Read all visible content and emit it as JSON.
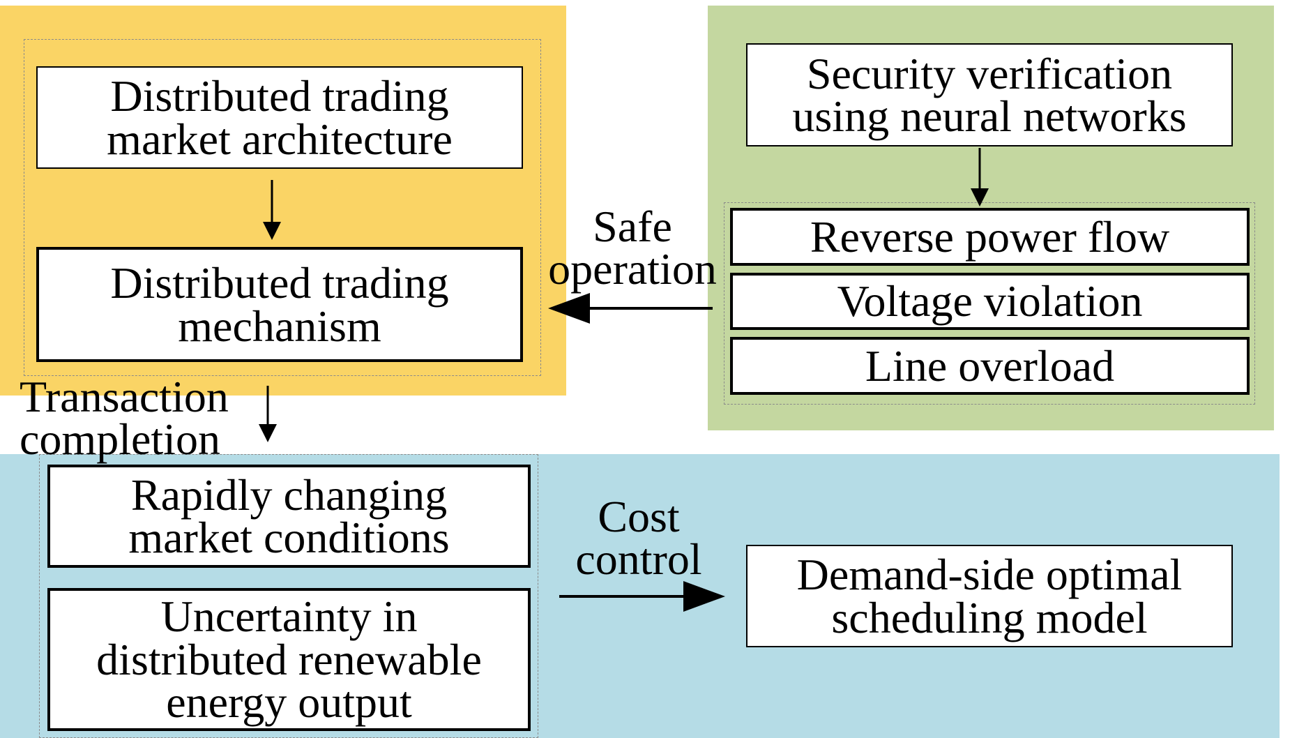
{
  "colors": {
    "orange_panel": "#FAD465",
    "green_panel": "#C4D7A0",
    "blue_panel": "#B5DCE6"
  },
  "boxes": {
    "market_architecture": {
      "line1": "Distributed trading",
      "line2": "market architecture"
    },
    "trading_mechanism": {
      "line1": "Distributed trading",
      "line2": "mechanism"
    },
    "security_verification": {
      "line1": "Security verification",
      "line2": "using neural networks"
    },
    "reverse_power_flow": "Reverse power flow",
    "voltage_violation": "Voltage violation",
    "line_overload": "Line overload",
    "market_conditions": {
      "line1": "Rapidly changing",
      "line2": "market conditions"
    },
    "renewable_uncertainty": {
      "line1": "Uncertainty in",
      "line2": "distributed renewable",
      "line3": "energy output"
    },
    "demand_side_model": {
      "line1": "Demand-side optimal",
      "line2": "scheduling model"
    }
  },
  "labels": {
    "safe_operation": {
      "line1": "Safe",
      "line2": "operation"
    },
    "transaction_completion": {
      "line1": "Transaction",
      "line2": "completion"
    },
    "cost_control": {
      "line1": "Cost",
      "line2": "control"
    }
  },
  "icons": [
    "arrow-down-icon",
    "arrow-left-icon",
    "arrow-right-icon"
  ]
}
